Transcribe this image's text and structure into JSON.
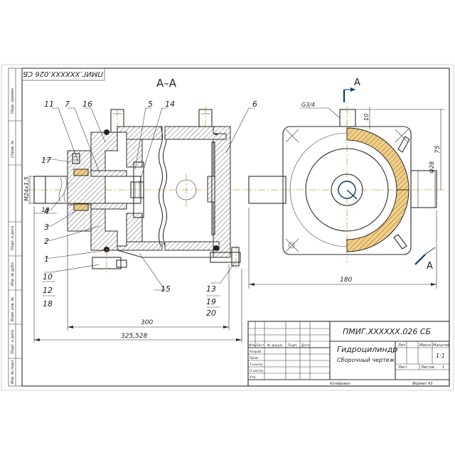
{
  "drawing": {
    "stamp_code_rotated": "ПМИГ.XXXXXX.026 СБ",
    "section_title": "А–А",
    "section_mark": "А",
    "callouts": {
      "c11": "11",
      "c7": "7",
      "c16": "16",
      "c5": "5",
      "c14": "14",
      "c6": "6",
      "c17": "17",
      "c4": "4",
      "c3": "3",
      "c2": "2",
      "c1": "1",
      "c10": "10",
      "c12": "12",
      "c18": "18",
      "c15": "15",
      "c13": "13",
      "c19": "19",
      "c20": "20"
    },
    "dimensions": {
      "thread": "M24x1,5",
      "d18": "18",
      "d300": "300",
      "d325": "325,528",
      "d180": "180",
      "pipe": "G3/4",
      "d10": "10",
      "d28": "Ф28",
      "d75": "75"
    }
  },
  "left_strip": {
    "cells": [
      "Перв. примен.",
      "Справ. №",
      "Подп. и дата",
      "Инв. № дубл.",
      "Взам. инв. №",
      "Подп. и дата",
      "Инв. № подл."
    ]
  },
  "title_block": {
    "code": "ПМИГ.XXXXXX.026 СБ",
    "name": "Гидроцилиндр",
    "doc_type": "Сборочный чертеж",
    "hdr_lit": "Лит.",
    "hdr_mass": "Масса",
    "hdr_scale": "Масштаб",
    "scale_value": "1:1",
    "sheet_label": "Лист",
    "sheets_label": "Листов",
    "sheets_value": "1",
    "col_izm": "Изм.",
    "col_list": "Лист",
    "col_doc": "№ докум.",
    "col_sign": "Подп.",
    "col_date": "Дата",
    "row_razrab": "Разраб.",
    "row_prov": "Пров.",
    "row_tkontr": "Т.контр.",
    "row_nkontr": "Н.контр.",
    "row_utv": "Утв.",
    "copied": "Копировал",
    "format": "Формат",
    "format_value": "А3"
  }
}
